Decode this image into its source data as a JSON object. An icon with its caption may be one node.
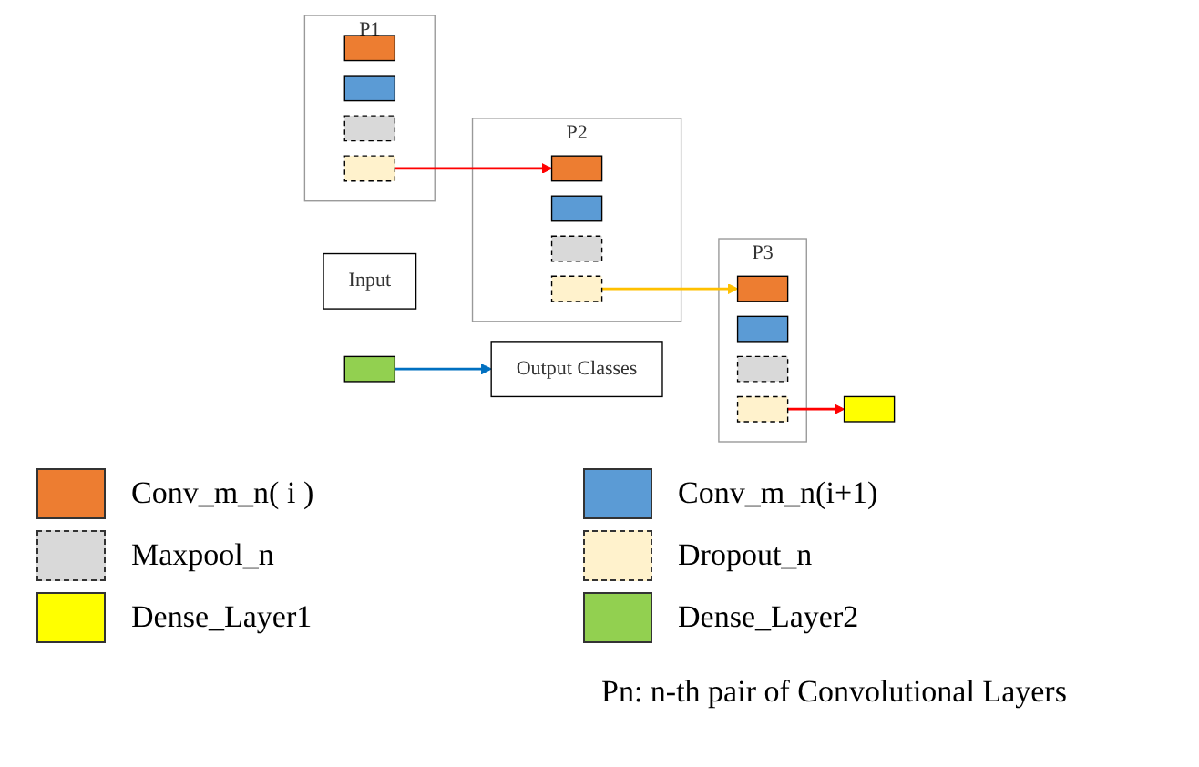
{
  "diagram": {
    "nodes": [
      {
        "text": [
          "Input"
        ]
      },
      {
        "text": [
          "P1"
        ]
      },
      {
        "text": [],
        "shape": "box",
        "in": 1
      },
      {
        "text": [],
        "shape": "box",
        "in": 1
      },
      {
        "text": [],
        "shape": "box",
        "in": 1
      },
      {
        "text": [],
        "shape": "box",
        "in": 1
      },
      {
        "text": [
          "P2"
        ]
      },
      {
        "text": [],
        "shape": "box",
        "in": 6
      },
      {
        "text": [],
        "shape": "box",
        "in": 6
      },
      {
        "text": [],
        "shape": "box",
        "in": 6
      },
      {
        "text": [],
        "shape": "box",
        "in": 6
      },
      {
        "text": [
          "P3"
        ]
      },
      {
        "text": [],
        "shape": "box",
        "in": 11
      },
      {
        "text": [],
        "shape": "box",
        "in": 11
      },
      {
        "text": [],
        "shape": "box",
        "in": 11
      },
      {
        "text": [],
        "shape": "box",
        "in": 11
      },
      {
        "text": [],
        "shape": "box"
      },
      {
        "text": [],
        "shape": "box"
      },
      {
        "text": [
          "Output Classes"
        ]
      }
    ],
    "edges": [
      {
        "from": 5,
        "to": 7,
        "arrow": "to",
        "color": "#ff0000"
      },
      {
        "from": 10,
        "to": 12,
        "arrow": "to",
        "color": "#ffc000"
      },
      {
        "from": 15,
        "to": 16,
        "arrow": "to",
        "color": "#ff0000"
      },
      {
        "from": 17,
        "to": 18,
        "arrow": "to",
        "color": "#0070c0"
      }
    ],
    "labels": [
      "Pn: n-th pair of Convolutional Layers"
    ],
    "legend": [
      {
        "text": "Conv_m_n( i )",
        "color": "#ed7d31"
      },
      {
        "text": "Conv_m_n(i+1)",
        "color": "#5b9bd5"
      },
      {
        "text": "Maxpool_n",
        "color": "#d9d9d9"
      },
      {
        "text": "Dropout_n",
        "color": "#fff2cc"
      },
      {
        "text": "Dense_Layer1",
        "color": "#ffff00"
      },
      {
        "text": "Dense_Layer2",
        "color": "#92d050"
      }
    ]
  }
}
